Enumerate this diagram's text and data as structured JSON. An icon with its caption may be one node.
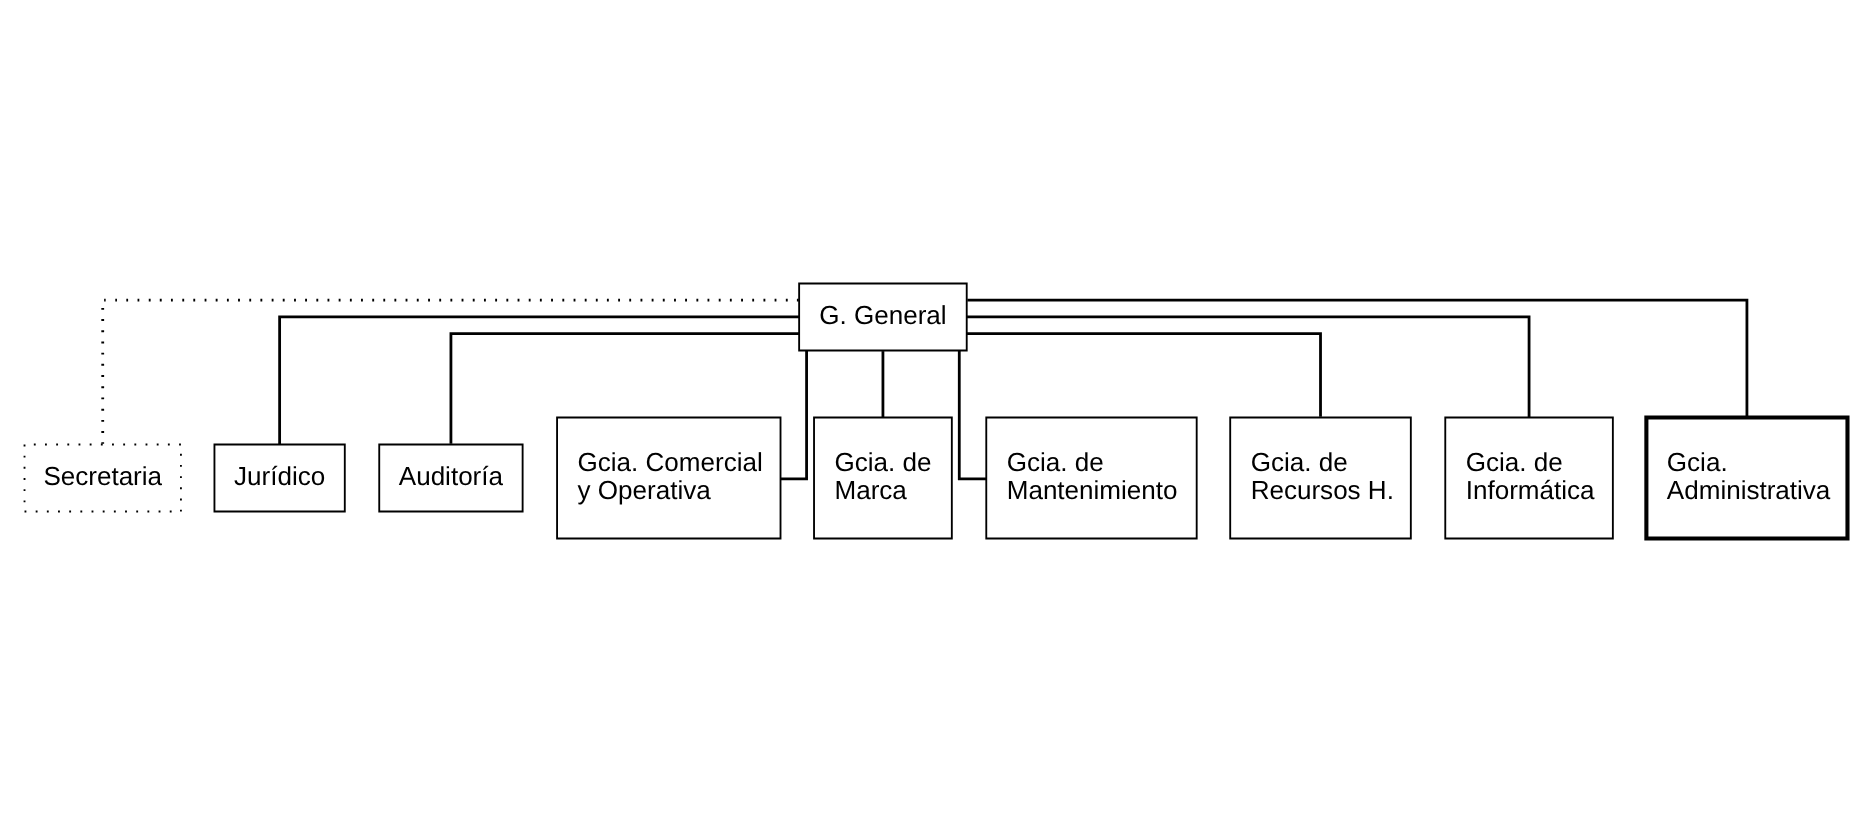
{
  "diagram": {
    "nodes": [
      {
        "text": [
          "G. General"
        ]
      },
      {
        "text": [
          "Secretaria"
        ]
      },
      {
        "text": [
          "Jurídico"
        ]
      },
      {
        "text": [
          "Auditoría"
        ]
      },
      {
        "text": [
          "Gcia. Comercial y Operativa"
        ]
      },
      {
        "text": [
          "Gcia. de Marca"
        ]
      },
      {
        "text": [
          "Gcia. de Mantenimiento"
        ]
      },
      {
        "text": [
          "Gcia. de Recursos H."
        ]
      },
      {
        "text": [
          "Gcia. de Informática"
        ]
      },
      {
        "text": [
          "Gcia. Administrativa"
        ]
      }
    ],
    "edges": [
      {
        "from": 0,
        "to": 1,
        "arrow": "none",
        "style": "dashed"
      },
      {
        "from": 0,
        "to": 2,
        "arrow": "none"
      },
      {
        "from": 0,
        "to": 3,
        "arrow": "none"
      },
      {
        "from": 0,
        "to": 4,
        "arrow": "none"
      },
      {
        "from": 0,
        "to": 5,
        "arrow": "none"
      },
      {
        "from": 0,
        "to": 6,
        "arrow": "none"
      },
      {
        "from": 0,
        "to": 7,
        "arrow": "none"
      },
      {
        "from": 0,
        "to": 8,
        "arrow": "none"
      },
      {
        "from": 0,
        "to": 9,
        "arrow": "none"
      }
    ]
  }
}
